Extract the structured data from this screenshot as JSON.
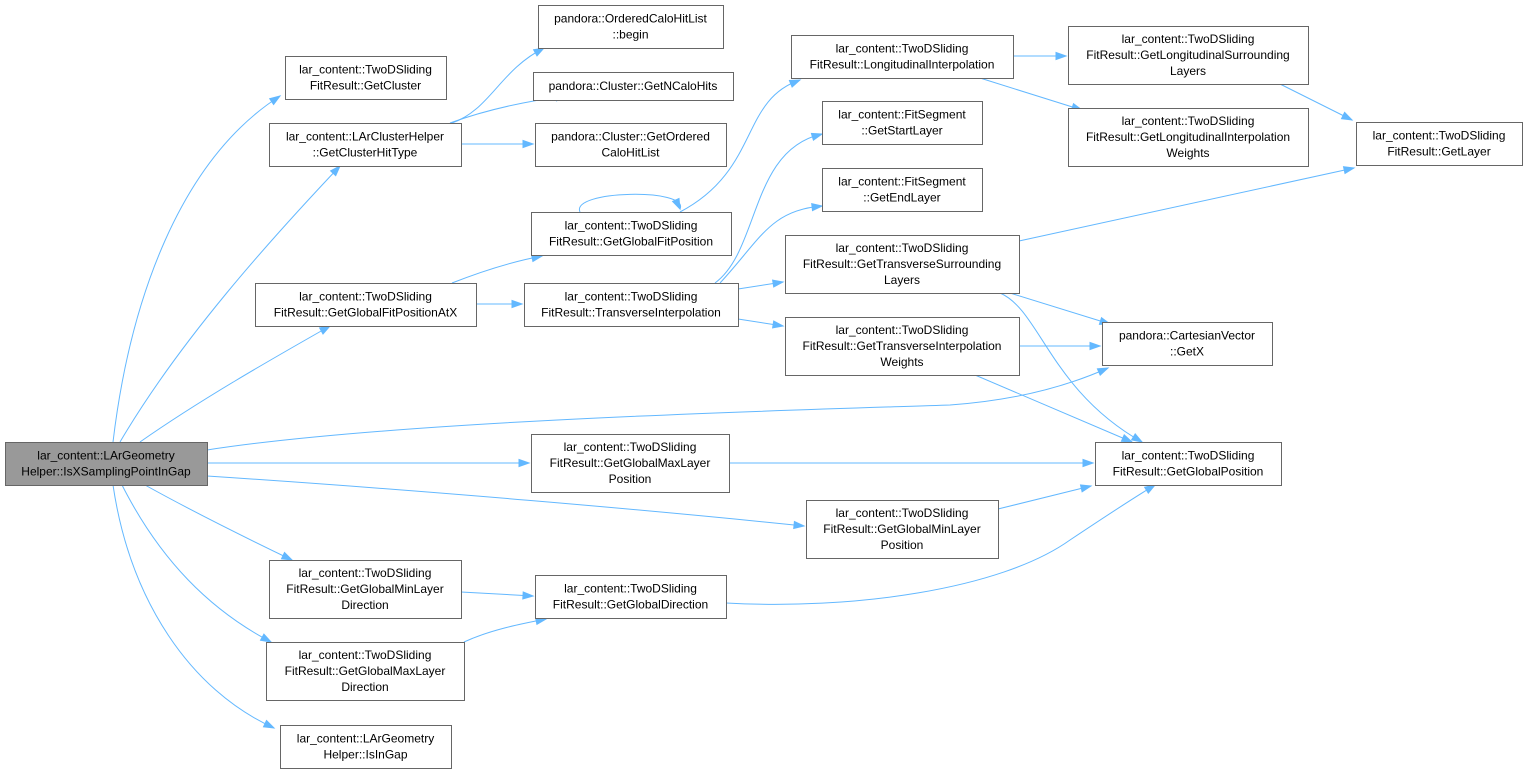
{
  "nodes": [
    {
      "id": "root",
      "lines": [
        "lar_content::LArGeometry",
        "Helper::IsXSamplingPointInGap"
      ]
    },
    {
      "id": "getCluster",
      "lines": [
        "lar_content::TwoDSliding",
        "FitResult::GetCluster"
      ]
    },
    {
      "id": "getClusterHitType",
      "lines": [
        "lar_content::LArClusterHelper",
        "::GetClusterHitType"
      ]
    },
    {
      "id": "orderedBegin",
      "lines": [
        "pandora::OrderedCaloHitList",
        "::begin"
      ]
    },
    {
      "id": "getNCaloHits",
      "lines": [
        "pandora::Cluster::GetNCaloHits"
      ]
    },
    {
      "id": "getOrderedCaloHitList",
      "lines": [
        "pandora::Cluster::GetOrdered",
        "CaloHitList"
      ]
    },
    {
      "id": "getGlobalFitPositionAtX",
      "lines": [
        "lar_content::TwoDSliding",
        "FitResult::GetGlobalFitPositionAtX"
      ]
    },
    {
      "id": "getGlobalFitPosition",
      "lines": [
        "lar_content::TwoDSliding",
        "FitResult::GetGlobalFitPosition"
      ]
    },
    {
      "id": "transverseInterpolation",
      "lines": [
        "lar_content::TwoDSliding",
        "FitResult::TransverseInterpolation"
      ]
    },
    {
      "id": "longitudinalInterpolation",
      "lines": [
        "lar_content::TwoDSliding",
        "FitResult::LongitudinalInterpolation"
      ]
    },
    {
      "id": "getStartLayer",
      "lines": [
        "lar_content::FitSegment",
        "::GetStartLayer"
      ]
    },
    {
      "id": "getEndLayer",
      "lines": [
        "lar_content::FitSegment",
        "::GetEndLayer"
      ]
    },
    {
      "id": "getTransverseSurroundingLayers",
      "lines": [
        "lar_content::TwoDSliding",
        "FitResult::GetTransverseSurrounding",
        "Layers"
      ]
    },
    {
      "id": "getTransverseInterpolationWeights",
      "lines": [
        "lar_content::TwoDSliding",
        "FitResult::GetTransverseInterpolation",
        "Weights"
      ]
    },
    {
      "id": "getLongitudinalSurroundingLayers",
      "lines": [
        "lar_content::TwoDSliding",
        "FitResult::GetLongitudinalSurrounding",
        "Layers"
      ]
    },
    {
      "id": "getLongitudinalInterpolationWeights",
      "lines": [
        "lar_content::TwoDSliding",
        "FitResult::GetLongitudinalInterpolation",
        "Weights"
      ]
    },
    {
      "id": "getLayer",
      "lines": [
        "lar_content::TwoDSliding",
        "FitResult::GetLayer"
      ]
    },
    {
      "id": "getX",
      "lines": [
        "pandora::CartesianVector",
        "::GetX"
      ]
    },
    {
      "id": "getGlobalPosition",
      "lines": [
        "lar_content::TwoDSliding",
        "FitResult::GetGlobalPosition"
      ]
    },
    {
      "id": "getGlobalMaxLayerPosition",
      "lines": [
        "lar_content::TwoDSliding",
        "FitResult::GetGlobalMaxLayer",
        "Position"
      ]
    },
    {
      "id": "getGlobalMinLayerPosition",
      "lines": [
        "lar_content::TwoDSliding",
        "FitResult::GetGlobalMinLayer",
        "Position"
      ]
    },
    {
      "id": "getGlobalMinLayerDirection",
      "lines": [
        "lar_content::TwoDSliding",
        "FitResult::GetGlobalMinLayer",
        "Direction"
      ]
    },
    {
      "id": "getGlobalDirection",
      "lines": [
        "lar_content::TwoDSliding",
        "FitResult::GetGlobalDirection"
      ]
    },
    {
      "id": "getGlobalMaxLayerDirection",
      "lines": [
        "lar_content::TwoDSliding",
        "FitResult::GetGlobalMaxLayer",
        "Direction"
      ]
    },
    {
      "id": "isInGap",
      "lines": [
        "lar_content::LArGeometry",
        "Helper::IsInGap"
      ]
    }
  ],
  "edges": [
    {
      "from": "root",
      "to": "getCluster"
    },
    {
      "from": "root",
      "to": "getClusterHitType"
    },
    {
      "from": "root",
      "to": "getGlobalFitPositionAtX"
    },
    {
      "from": "root",
      "to": "getX"
    },
    {
      "from": "root",
      "to": "getGlobalMaxLayerPosition"
    },
    {
      "from": "root",
      "to": "getGlobalMinLayerPosition"
    },
    {
      "from": "root",
      "to": "getGlobalMinLayerDirection"
    },
    {
      "from": "root",
      "to": "getGlobalMaxLayerDirection"
    },
    {
      "from": "root",
      "to": "isInGap"
    },
    {
      "from": "getClusterHitType",
      "to": "orderedBegin"
    },
    {
      "from": "getClusterHitType",
      "to": "getNCaloHits"
    },
    {
      "from": "getClusterHitType",
      "to": "getOrderedCaloHitList"
    },
    {
      "from": "getGlobalFitPositionAtX",
      "to": "getGlobalFitPosition"
    },
    {
      "from": "getGlobalFitPositionAtX",
      "to": "transverseInterpolation"
    },
    {
      "from": "getGlobalFitPosition",
      "to": "getGlobalFitPosition"
    },
    {
      "from": "getGlobalFitPosition",
      "to": "longitudinalInterpolation"
    },
    {
      "from": "transverseInterpolation",
      "to": "getStartLayer"
    },
    {
      "from": "transverseInterpolation",
      "to": "getEndLayer"
    },
    {
      "from": "transverseInterpolation",
      "to": "getTransverseSurroundingLayers"
    },
    {
      "from": "transverseInterpolation",
      "to": "getTransverseInterpolationWeights"
    },
    {
      "from": "longitudinalInterpolation",
      "to": "getLongitudinalSurroundingLayers"
    },
    {
      "from": "longitudinalInterpolation",
      "to": "getLongitudinalInterpolationWeights"
    },
    {
      "from": "getLongitudinalSurroundingLayers",
      "to": "getLayer"
    },
    {
      "from": "getTransverseSurroundingLayers",
      "to": "getLayer"
    },
    {
      "from": "getTransverseSurroundingLayers",
      "to": "getX"
    },
    {
      "from": "getTransverseSurroundingLayers",
      "to": "getGlobalPosition"
    },
    {
      "from": "getTransverseInterpolationWeights",
      "to": "getX"
    },
    {
      "from": "getTransverseInterpolationWeights",
      "to": "getGlobalPosition"
    },
    {
      "from": "getGlobalMaxLayerPosition",
      "to": "getGlobalPosition"
    },
    {
      "from": "getGlobalMinLayerPosition",
      "to": "getGlobalPosition"
    },
    {
      "from": "getGlobalMinLayerDirection",
      "to": "getGlobalDirection"
    },
    {
      "from": "getGlobalMaxLayerDirection",
      "to": "getGlobalDirection"
    },
    {
      "from": "getGlobalDirection",
      "to": "getGlobalPosition"
    }
  ]
}
